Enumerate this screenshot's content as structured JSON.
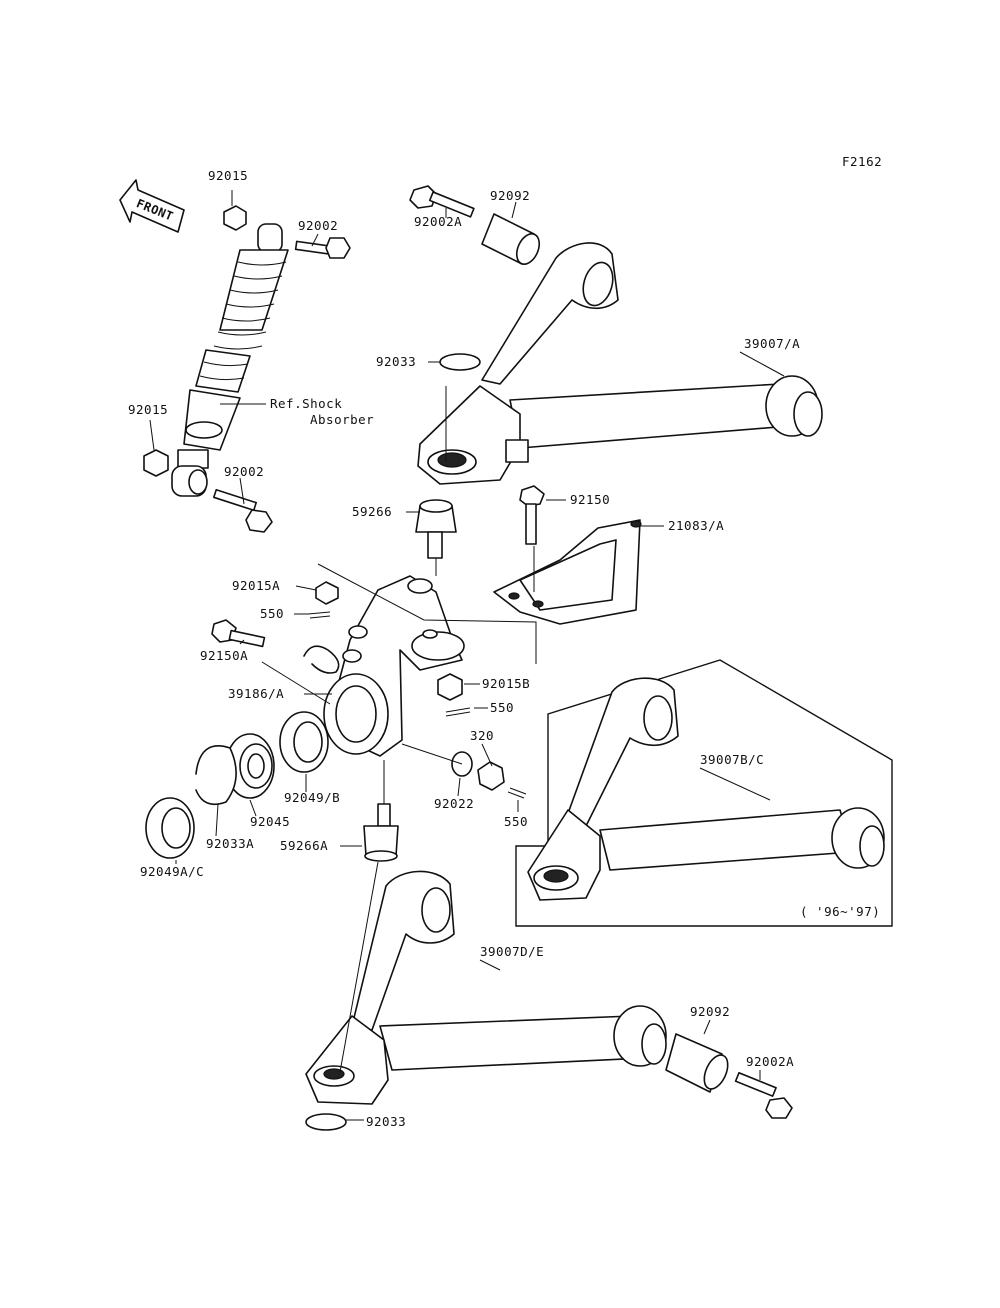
{
  "figure_id": "F2162",
  "front_arrow_label": "FRONT",
  "inset_note": "( '96~'97)",
  "labels": {
    "p92015_top": "92015",
    "p92002_top": "92002",
    "p92015_mid": "92015",
    "p92002_mid": "92002",
    "ref_shock_1": "Ref.Shock",
    "ref_shock_2": "Absorber",
    "p92002A_top": "92002A",
    "p92092_top": "92092",
    "p39007A": "39007/A",
    "p92033_top": "92033",
    "p59266": "59266",
    "p92150": "92150",
    "p21083A": "21083/A",
    "p92015A": "92015A",
    "p550_a": "550",
    "p92150A": "92150A",
    "p39186A": "39186/A",
    "p92015B": "92015B",
    "p550_b": "550",
    "p39007BC": "39007B/C",
    "p320": "320",
    "p92049B": "92049/B",
    "p92045": "92045",
    "p92022": "92022",
    "p550_c": "550",
    "p92033A": "92033A",
    "p59266A": "59266A",
    "p92049AC": "92049A/C",
    "p39007DE": "39007D/E",
    "p92092_bot": "92092",
    "p92002A_bot": "92002A",
    "p92033_bot": "92033"
  }
}
